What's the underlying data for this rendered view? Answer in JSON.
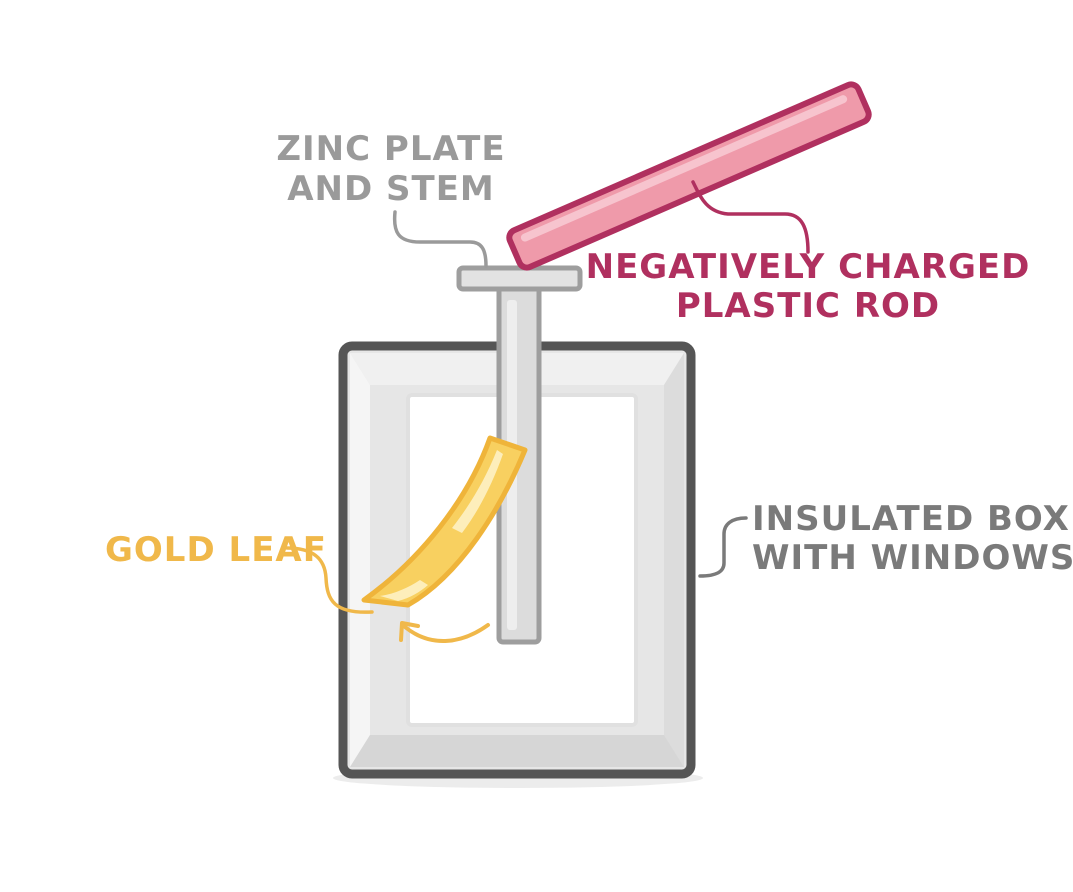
{
  "labels": {
    "zinc_line1": "ZINC PLATE",
    "zinc_line2": "AND STEM",
    "rod_line1": "NEGATIVELY CHARGED",
    "rod_line2": "PLASTIC ROD",
    "box_line1": "INSULATED BOX",
    "box_line2": "WITH WINDOWS",
    "gold_leaf": "GOLD LEAF"
  },
  "colors": {
    "zinc_label": "#9a9a9a",
    "rod_label": "#b0305f",
    "box_label": "#7a7a7a",
    "gold_label": "#f0b84a",
    "rod_fill": "#ef9aaa",
    "rod_outline": "#b0305f",
    "box_outline": "#555555",
    "gold_fill": "#f8d060"
  }
}
